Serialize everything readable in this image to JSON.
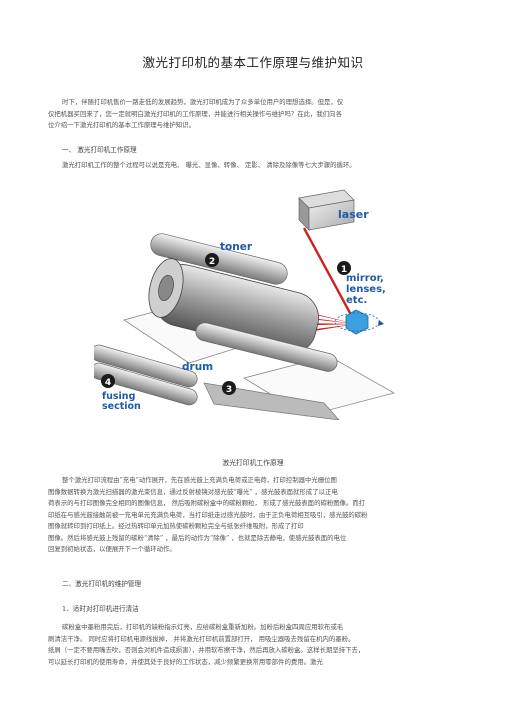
{
  "document": {
    "title": "激光打印机的基本工作原理与维护知识",
    "intro_lines": [
      "时下，伴随打印机售价一路走低的发展趋势，激光打印机成为了众多单位用户的理想选择。但是，仅",
      "仅把机器买回来了，您一定就明白激光打印机的工作原理，并能进行相关操作与维护吗？在此，我们向各",
      "位介绍一下激光打印机的基本工作原理与维护知识。"
    ],
    "section1_heading": "一、  激光打印机工作原理",
    "section1_line": "激光打印机工作的整个过程可以说是充电、      曝光、显像、转像、  定影、  清除及除像等七大步骤的循环。",
    "figure_caption": "激光打印机工作原理",
    "body_lines": [
      "整个激光打印流程由“充电”动作展开，先在感光鼓上充满负电荷或正电荷，打印控制器中光栅位图",
      "图像数据转换为激光扫描器的激光束信息，通过反射棱镜对感光鼓“曝光”           ，感光鼓表面就形成了以正电",
      "荷表示的与打印图像完全相同的图像信息，  然后吸附碳粉盒中的碳粉颗粒，  形成了感光鼓表面的碳粉图像。而打",
      "印纸在与感光鼓接触前被一充电单元充满负电荷，当打印纸走过感光鼓时，由于正负电荷相互吸引，感光鼓的碳粉",
      "图像就转印到打印纸上。经过热转印单元加热使碳粉颗粒完全与纸张纤维吸附，形成了打印",
      "图像。然后将感光鼓上残留的碳粉“清除”   ，最后的动作为“除像”  ，也就是除去静电，使感光鼓表面的电位",
      "回复到初始状态，以便展开下一个循环动作。"
    ],
    "section2_heading": "二、激光打印机的维护管理",
    "subsection_heading": "1、适时对打印机进行清洁",
    "tail_lines": [
      "碳粉盒中墨粉用完后，打印机的缺粉指示灯亮，应给碳粉盒重新加粉。加粉后粉盒四周应用软布或毛",
      "刷清洁干净。  同时应将打印机电源线拔掉，    并将激光打印机前置部打开，    用吸尘器吸去残留在机内的墨粉。",
      "纸屑（一定不要用嘴去吹，否则会对机件造成损害），并用软布擦干净，然后再放入碳粉盒。这样长期坚持下去，",
      "可以延长打印机的使用寿命，并使其处于良好的工作状态，减少频繁更换常用零部件的费用。激光"
    ]
  },
  "figure": {
    "labels": {
      "laser": "laser",
      "toner": "toner",
      "mirror": "mirror,",
      "lenses": "lenses,",
      "etc": "etc.",
      "drum": "drum",
      "fusing": "fusing",
      "section": "section"
    },
    "numbers": [
      "1",
      "2",
      "3",
      "4"
    ],
    "colors": {
      "label_blue": "#1f5aa6",
      "beam_red": "#d42020",
      "mirror_blue": "#3aa0e0",
      "badge_dark": "#1a1a1a"
    }
  }
}
